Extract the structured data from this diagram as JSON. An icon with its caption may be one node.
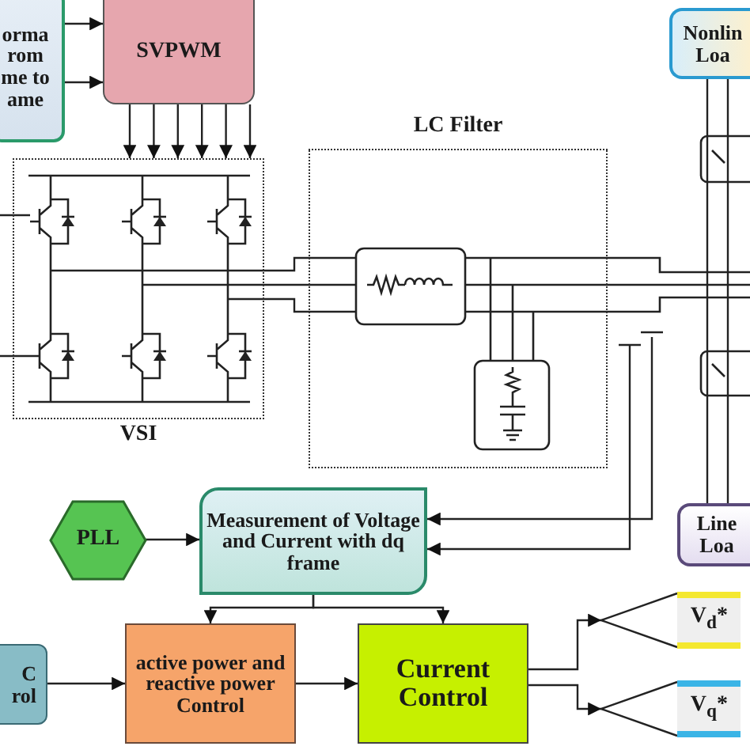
{
  "diagram": {
    "nodes": [
      {
        "text": [
          "orma rom me to ame"
        ]
      },
      {
        "text": [
          "SVPWM"
        ]
      },
      {
        "text": [
          "VSI"
        ]
      },
      {
        "text": [
          "LC Filter"
        ]
      },
      {
        "text": [
          "Nonlin Loa"
        ]
      },
      {
        "text": [
          "PLL"
        ]
      },
      {
        "text": [
          "Measurement of Voltage and Current with dq frame"
        ]
      },
      {
        "text": [
          "Line Loa"
        ]
      },
      {
        "text": [
          "C rol"
        ]
      },
      {
        "text": [
          "active power and reactive power Control"
        ]
      },
      {
        "text": [
          "Current Control"
        ]
      },
      {
        "text": [
          "V$_{d}$*"
        ]
      },
      {
        "text": [
          "V$_{q}$*"
        ]
      }
    ],
    "edges": [
      {
        "from": 0,
        "to": 1,
        "arrow": "to"
      },
      {
        "from": 0,
        "to": 1,
        "arrow": "to"
      },
      {
        "from": 1,
        "to": 2,
        "arrow": "to"
      },
      {
        "from": 1,
        "to": 2,
        "arrow": "to"
      },
      {
        "from": 1,
        "to": 2,
        "arrow": "to"
      },
      {
        "from": 1,
        "to": 2,
        "arrow": "to"
      },
      {
        "from": 1,
        "to": 2,
        "arrow": "to"
      },
      {
        "from": 1,
        "to": 2,
        "arrow": "to"
      },
      {
        "from": 5,
        "to": 6,
        "arrow": "to"
      },
      {
        "from": 6,
        "to": 9,
        "arrow": "to"
      },
      {
        "from": 6,
        "to": 10,
        "arrow": "to"
      },
      {
        "from": 8,
        "to": 9,
        "arrow": "to"
      },
      {
        "from": 9,
        "to": 10,
        "arrow": "to"
      },
      {
        "from": 10,
        "to": 11,
        "arrow": "to"
      },
      {
        "from": 10,
        "to": 12,
        "arrow": "to"
      },
      {
        "from": null,
        "to": 6,
        "arrow": "to"
      },
      {
        "from": null,
        "to": 6,
        "arrow": "to"
      },
      {
        "from": 2,
        "to": 3,
        "arrow": "none"
      },
      {
        "from": 2,
        "to": 3,
        "arrow": "none"
      },
      {
        "from": 2,
        "to": 3,
        "arrow": "none"
      },
      {
        "from": 4,
        "to": 7,
        "arrow": "none"
      },
      {
        "from": 4,
        "to": 7,
        "arrow": "none"
      }
    ]
  }
}
